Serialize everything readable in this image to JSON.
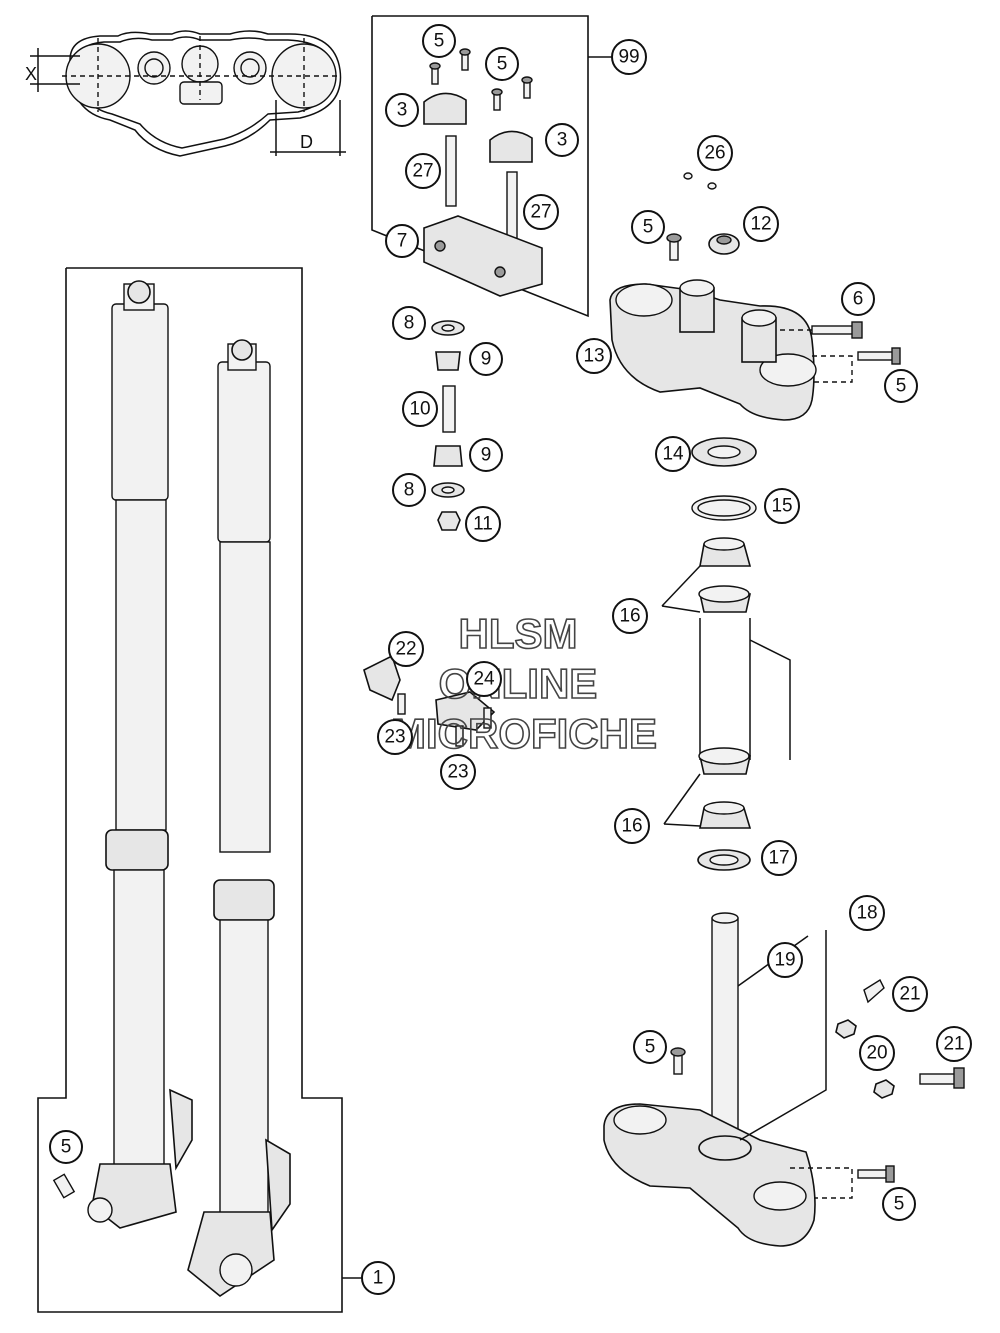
{
  "diagram": {
    "dimension_labels": {
      "x": "X",
      "d": "D"
    },
    "watermark": {
      "line1": "HLSM",
      "line2": "ONLINE",
      "line3": "MICROFICHE"
    },
    "callouts": [
      {
        "id": "c-5a",
        "label": "5"
      },
      {
        "id": "c-5b",
        "label": "5"
      },
      {
        "id": "c-99",
        "label": "99"
      },
      {
        "id": "c-3a",
        "label": "3"
      },
      {
        "id": "c-3b",
        "label": "3"
      },
      {
        "id": "c-27a",
        "label": "27"
      },
      {
        "id": "c-27b",
        "label": "27"
      },
      {
        "id": "c-7",
        "label": "7"
      },
      {
        "id": "c-26",
        "label": "26"
      },
      {
        "id": "c-5c",
        "label": "5"
      },
      {
        "id": "c-12",
        "label": "12"
      },
      {
        "id": "c-6",
        "label": "6"
      },
      {
        "id": "c-13",
        "label": "13"
      },
      {
        "id": "c-5d",
        "label": "5"
      },
      {
        "id": "c-8a",
        "label": "8"
      },
      {
        "id": "c-9a",
        "label": "9"
      },
      {
        "id": "c-10",
        "label": "10"
      },
      {
        "id": "c-9b",
        "label": "9"
      },
      {
        "id": "c-8b",
        "label": "8"
      },
      {
        "id": "c-11",
        "label": "11"
      },
      {
        "id": "c-14",
        "label": "14"
      },
      {
        "id": "c-15",
        "label": "15"
      },
      {
        "id": "c-16a",
        "label": "16"
      },
      {
        "id": "c-22",
        "label": "22"
      },
      {
        "id": "c-24",
        "label": "24"
      },
      {
        "id": "c-23a",
        "label": "23"
      },
      {
        "id": "c-23b",
        "label": "23"
      },
      {
        "id": "c-16b",
        "label": "16"
      },
      {
        "id": "c-17",
        "label": "17"
      },
      {
        "id": "c-18",
        "label": "18"
      },
      {
        "id": "c-19",
        "label": "19"
      },
      {
        "id": "c-21a",
        "label": "21"
      },
      {
        "id": "c-20",
        "label": "20"
      },
      {
        "id": "c-21b",
        "label": "21"
      },
      {
        "id": "c-5e",
        "label": "5"
      },
      {
        "id": "c-5f",
        "label": "5"
      },
      {
        "id": "c-5g",
        "label": "5"
      },
      {
        "id": "c-1",
        "label": "1"
      }
    ]
  }
}
